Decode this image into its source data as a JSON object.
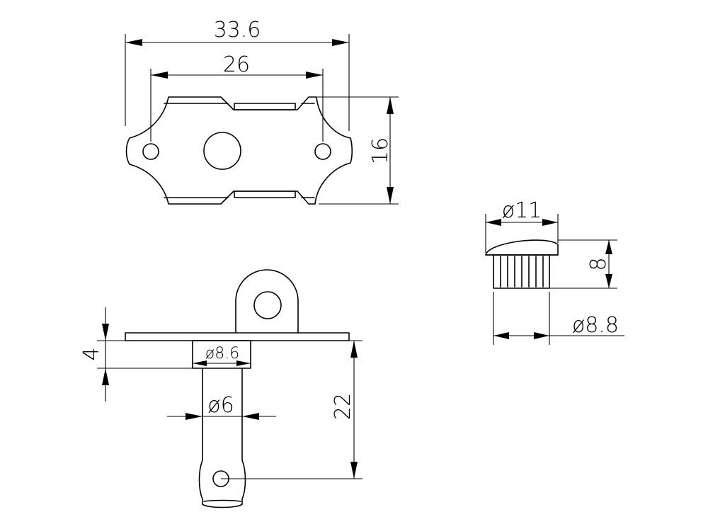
{
  "dimensions": {
    "top_overall_width": "33.6",
    "top_hole_spacing": "26",
    "top_height": "16",
    "side_flange_thickness": "4",
    "side_collar_diameter": "ø8.6",
    "side_shaft_diameter": "ø6",
    "side_shaft_length": "22",
    "knob_head_diameter": "ø11",
    "knob_height": "8",
    "knob_body_diameter": "ø8.8"
  }
}
